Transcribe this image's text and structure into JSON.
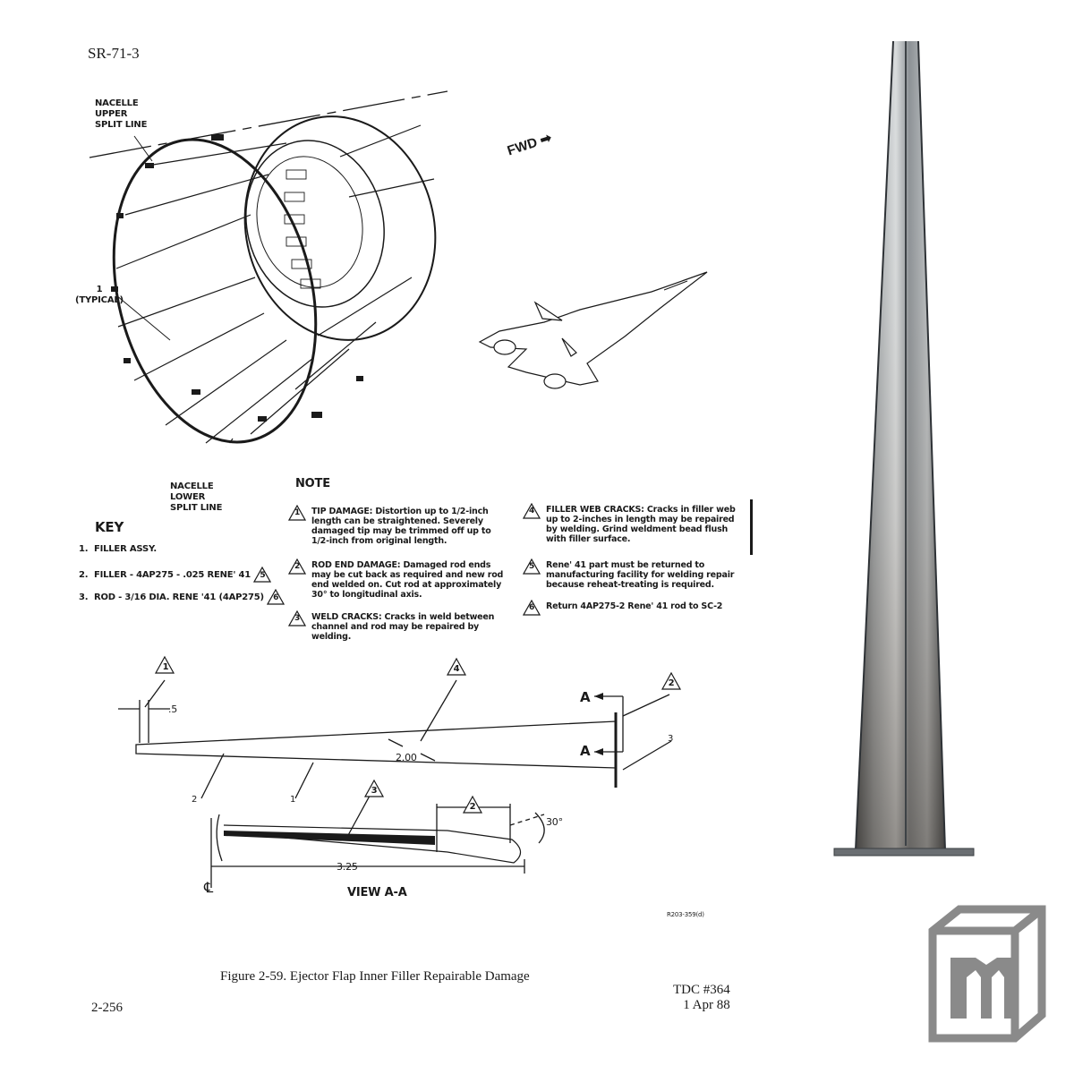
{
  "header": {
    "doc_id": "SR-71-3"
  },
  "labels": {
    "nacelle_upper": [
      "NACELLE",
      "UPPER",
      "SPLIT LINE"
    ],
    "nacelle_lower": [
      "NACELLE",
      "LOWER",
      "SPLIT LINE"
    ],
    "typical": [
      "1",
      "(TYPICAL)"
    ],
    "fwd": "FWD"
  },
  "key": {
    "title": "KEY",
    "items": [
      {
        "num": "1.",
        "text": "FILLER ASSY."
      },
      {
        "num": "2.",
        "text": "FILLER - 4AP275 - .025 RENE' 41",
        "ref": "5"
      },
      {
        "num": "3.",
        "text": "ROD - 3/16 DIA. RENE '41 (4AP275)",
        "ref": "6"
      }
    ]
  },
  "note": {
    "title": "NOTE",
    "items": [
      {
        "num": "1",
        "text": "TIP DAMAGE: Distortion up to 1/2-inch length can be straightened. Severely damaged tip may be trimmed off up to 1/2-inch from original length."
      },
      {
        "num": "2",
        "text": "ROD END DAMAGE: Damaged rod ends may be cut back as required and new rod end welded on. Cut rod at approximately 30° to longitudinal axis."
      },
      {
        "num": "3",
        "text": "WELD CRACKS: Cracks in weld between channel and rod may be repaired by welding."
      },
      {
        "num": "4",
        "text": "FILLER WEB CRACKS: Cracks in filler web up to 2-inches in length may be repaired by welding. Grind weldment bead flush with filler surface."
      },
      {
        "num": "5",
        "text": "Rene' 41 part must be returned to manufacturing facility for welding repair because reheat-treating is required."
      },
      {
        "num": "6",
        "text": "Return 4AP275-2 Rene' 41 rod to SC-2"
      }
    ]
  },
  "diagram": {
    "callouts": [
      "1",
      "4",
      "2",
      "3",
      "2"
    ],
    "dims": {
      "tip": ".5",
      "crack": "2.00",
      "length": "3.25",
      "angle": "30°"
    },
    "section_marks": [
      "A",
      "A"
    ],
    "part_refs": [
      "2",
      "1",
      "3"
    ],
    "view_label": "VIEW A-A",
    "centerline": "℄"
  },
  "figure_ref": "R203-359(d)",
  "caption": "Figure 2-59. Ejector Flap Inner Filler Repairable Damage",
  "footer": {
    "page_num": "2-256",
    "tdc": "TDC #364",
    "date": "1 Apr 88"
  },
  "colors": {
    "ink": "#1a1a1a",
    "metal_light": "#c9ccce",
    "metal_dark": "#5d6165",
    "logo": "#8a8a8a"
  }
}
